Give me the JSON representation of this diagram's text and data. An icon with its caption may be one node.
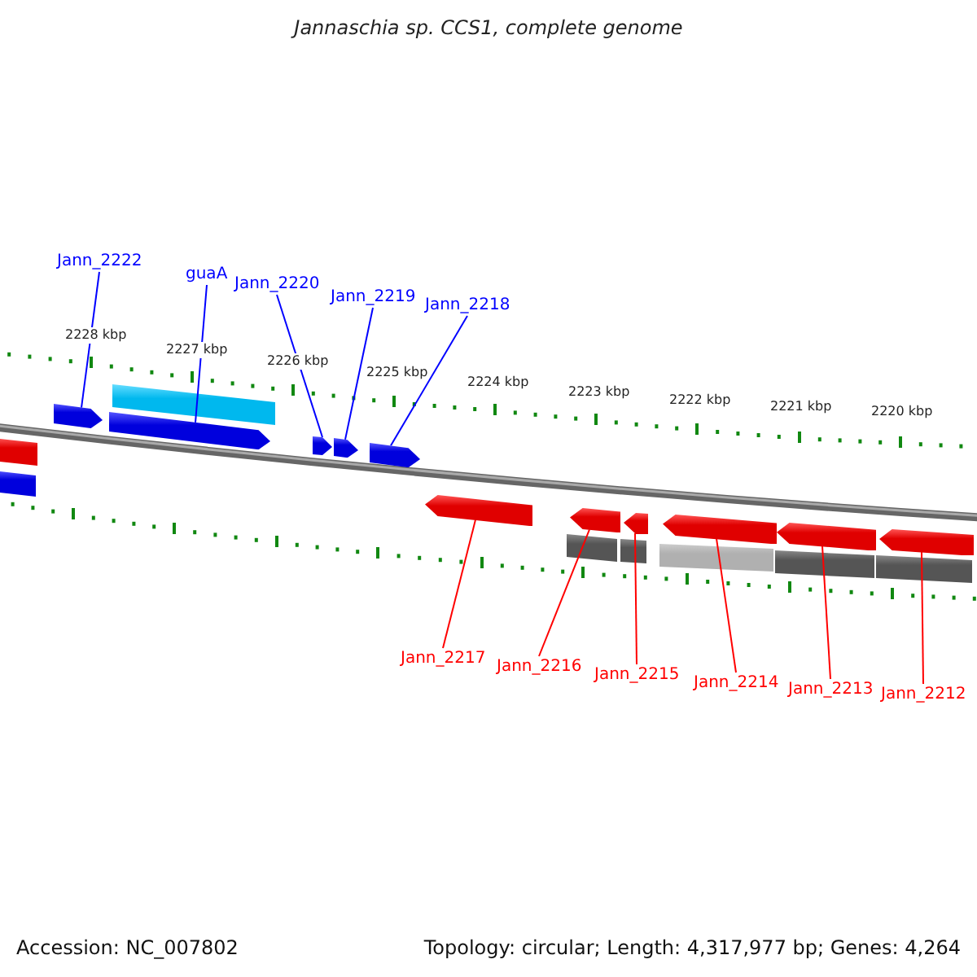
{
  "diagram": {
    "title": "Jannaschia sp. CCS1, complete genome",
    "nodes": [
      {
        "text": [
          "Jann_2222"
        ]
      },
      {
        "text": [
          "guaA"
        ]
      },
      {
        "text": [
          "Jann_2220"
        ]
      },
      {
        "text": [
          "Jann_2219"
        ]
      },
      {
        "text": [
          "Jann_2218"
        ]
      },
      {
        "text": [
          "Jann_2217"
        ]
      },
      {
        "text": [
          "Jann_2216"
        ]
      },
      {
        "text": [
          "Jann_2215"
        ]
      },
      {
        "text": [
          "Jann_2214"
        ]
      },
      {
        "text": [
          "Jann_2213"
        ]
      },
      {
        "text": [
          "Jann_2212"
        ]
      },
      {
        "text": [],
        "shape": "pentagon"
      },
      {
        "text": [],
        "shape": "pentagon"
      },
      {
        "text": [],
        "shape": "pentagon"
      },
      {
        "text": [],
        "shape": "pentagon"
      },
      {
        "text": [],
        "shape": "pentagon"
      },
      {
        "text": [],
        "shape": "pentagon"
      },
      {
        "text": [],
        "shape": "pentagon"
      },
      {
        "text": [],
        "shape": "pentagon"
      },
      {
        "text": [],
        "shape": "pentagon"
      },
      {
        "text": [],
        "shape": "pentagon"
      },
      {
        "text": [],
        "shape": "pentagon"
      }
    ],
    "edges": [
      {
        "from": 0,
        "to": 11,
        "arrow": "none",
        "color": "#0000ff"
      },
      {
        "from": 1,
        "to": 12,
        "arrow": "none",
        "color": "#0000ff"
      },
      {
        "from": 2,
        "to": 13,
        "arrow": "none",
        "color": "#0000ff"
      },
      {
        "from": 3,
        "to": 14,
        "arrow": "none",
        "color": "#0000ff"
      },
      {
        "from": 4,
        "to": 15,
        "arrow": "none",
        "color": "#0000ff"
      },
      {
        "from": 5,
        "to": 16,
        "arrow": "none"
      },
      {
        "from": 6,
        "to": 17,
        "arrow": "none"
      },
      {
        "from": 7,
        "to": 18,
        "arrow": "none"
      },
      {
        "from": 8,
        "to": 19,
        "arrow": "none"
      },
      {
        "from": 9,
        "to": 20,
        "arrow": "none"
      },
      {
        "from": 10,
        "to": 21,
        "arrow": "none"
      }
    ],
    "labels": [
      "2228 kbp",
      "2227 kbp",
      "2226 kbp",
      "2225 kbp",
      "2224 kbp",
      "2223 kbp",
      "2222 kbp",
      "2221 kbp",
      "2220 kbp",
      "Accession: NC_007802",
      "Topology: circular; Length: 4,317,977 bp; Genes: 4,264"
    ]
  }
}
